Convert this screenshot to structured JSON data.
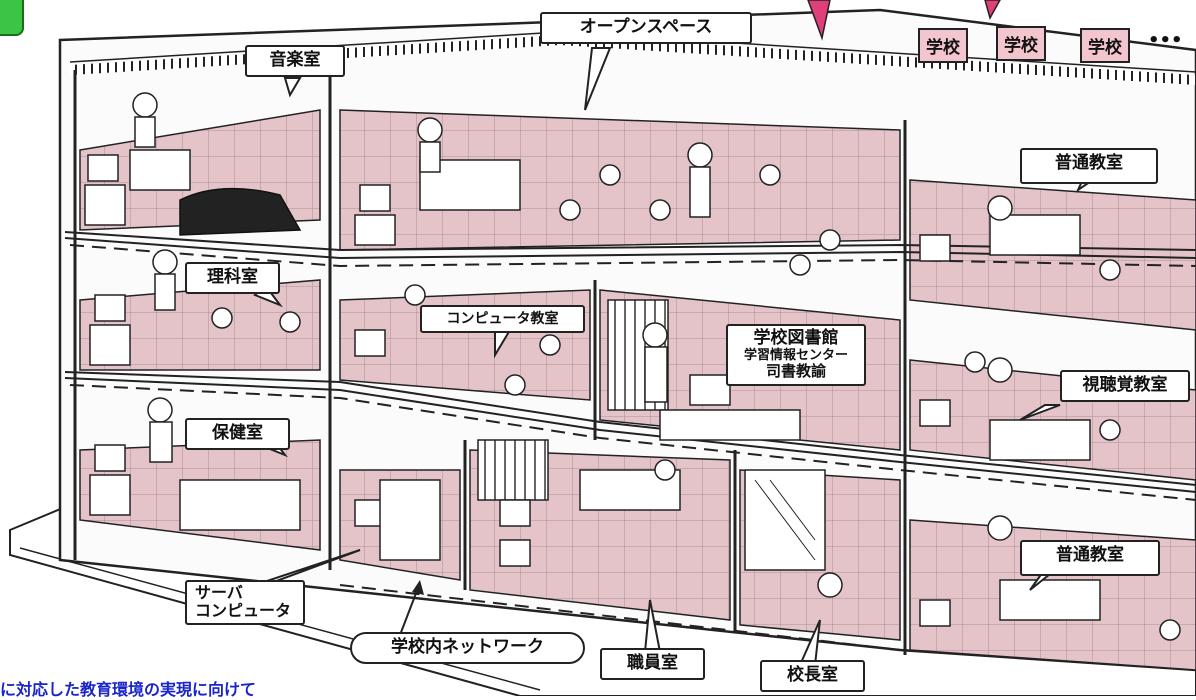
{
  "labels": {
    "open_space": "オープンスペース",
    "music_room": "音楽室",
    "regular_classroom_top": "普通教室",
    "science_room": "理科室",
    "computer_room": "コンピュータ教室",
    "library_title": "学校図書館",
    "library_sub1": "学習情報センター",
    "library_sub2": "司書教諭",
    "av_room": "視聴覚教室",
    "nurse_room": "保健室",
    "regular_classroom_bottom": "普通教室",
    "server_line1": "サーバ",
    "server_line2": "コンピュータ",
    "school_network": "学校内ネットワーク",
    "staff_room": "職員室",
    "principal_room": "校長室"
  },
  "schools": [
    "学校",
    "学校",
    "学校"
  ],
  "schools_more": "•••",
  "caption": "に対応した教育環境の実現に向けて",
  "colors": {
    "floor": "#e4c4c8",
    "school_tag": "#f3c6cf",
    "caption": "#1a24c8",
    "corner_tab": "#3cc444"
  }
}
